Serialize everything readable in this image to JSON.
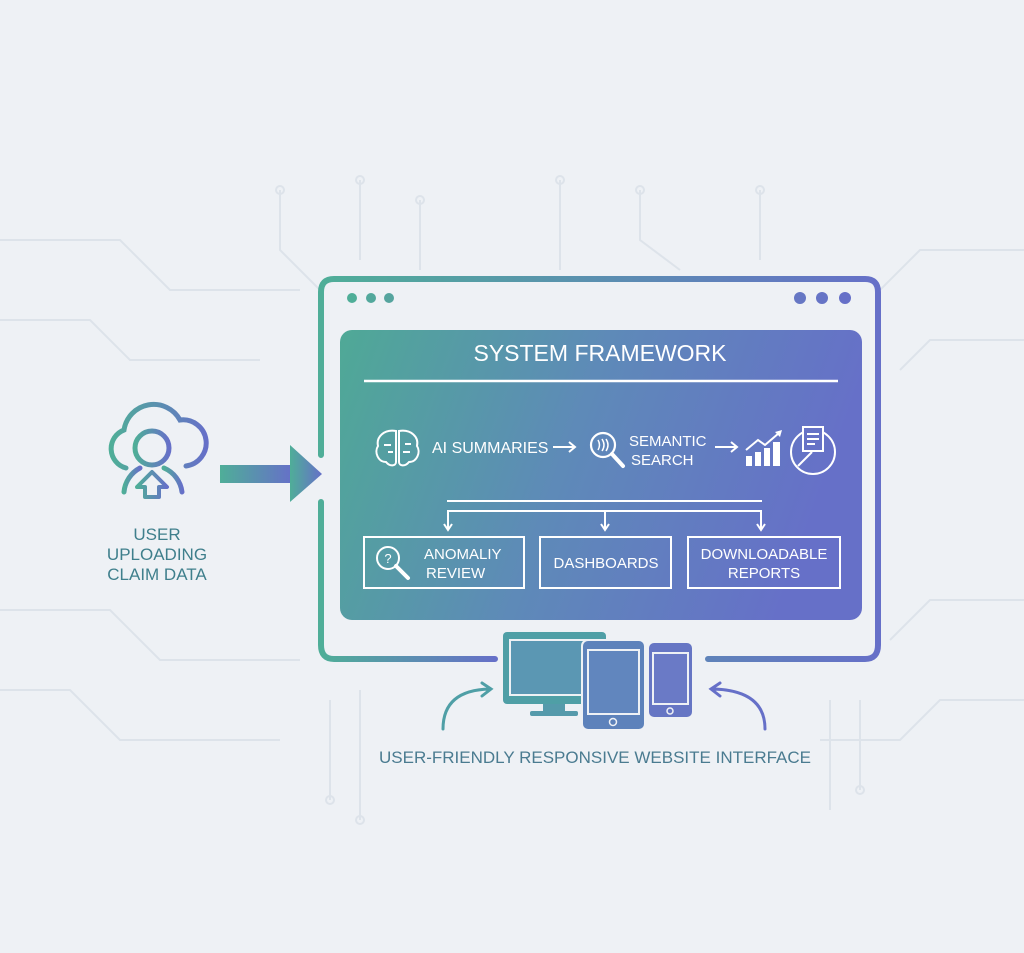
{
  "input": {
    "lines": [
      "USER",
      "UPLOADING",
      "CLAIM DATA"
    ],
    "icon": "cloud-user-upload-icon"
  },
  "framework": {
    "title": "SYSTEM FRAMEWORK",
    "pipeline": [
      {
        "label": "AI SUMMARIES",
        "icon": "brain-icon"
      },
      {
        "lines": [
          "SEMANTIC",
          "SEARCH"
        ],
        "icon": "magnifier-icon"
      },
      {
        "icon": "bar-chart-trend-icon"
      },
      {
        "icon": "report-document-icon"
      }
    ],
    "outputs": [
      {
        "lines": [
          "ANOMALIY",
          "REVIEW"
        ],
        "icon": "question-search-icon"
      },
      {
        "label": "DASHBOARDS"
      },
      {
        "lines": [
          "DOWNLOADABLE",
          "REPORTS"
        ]
      }
    ]
  },
  "devices": {
    "caption": "USER-FRIENDLY RESPONSIVE WEBSITE INTERFACE",
    "icons": [
      "monitor-icon",
      "tablet-icon",
      "phone-icon"
    ]
  },
  "colors": {
    "teal": "#4fae98",
    "purple": "#6670c8",
    "background": "#eef1f5",
    "text": "#3f7f8c"
  }
}
